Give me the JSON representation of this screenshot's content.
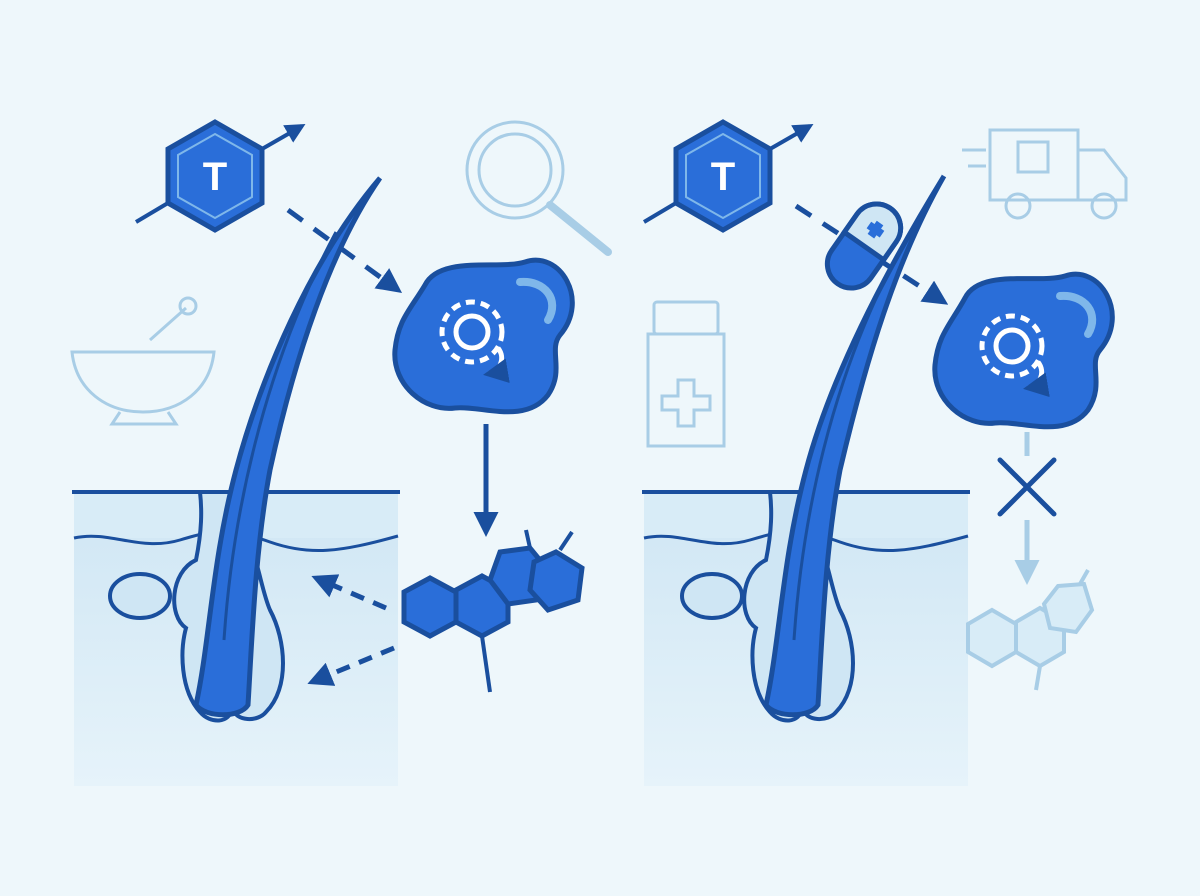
{
  "panels": {
    "left": {
      "hormone_label": "T",
      "process": "enzyme-converts-hormone",
      "outcome": "hormone-acts-on-follicle"
    },
    "right": {
      "hormone_label": "T",
      "process": "pill-blocks-conversion",
      "outcome": "conversion-blocked"
    }
  },
  "icons": {
    "left_background": [
      "mortar-pestle-icon",
      "magnifier-icon"
    ],
    "right_background": [
      "delivery-truck-icon",
      "medicine-bottle-icon"
    ],
    "hormone": "male-symbol-hexagon-icon",
    "enzyme": "gear-cell-icon",
    "product": "molecule-icon",
    "inhibitor": "capsule-icon",
    "block": "x-mark-icon"
  },
  "colors": {
    "background": "#eef7fb",
    "primary": "#1a4f9e",
    "accent": "#2a6ed9",
    "light": "#cfe6f4",
    "faint": "#a8cde6"
  }
}
